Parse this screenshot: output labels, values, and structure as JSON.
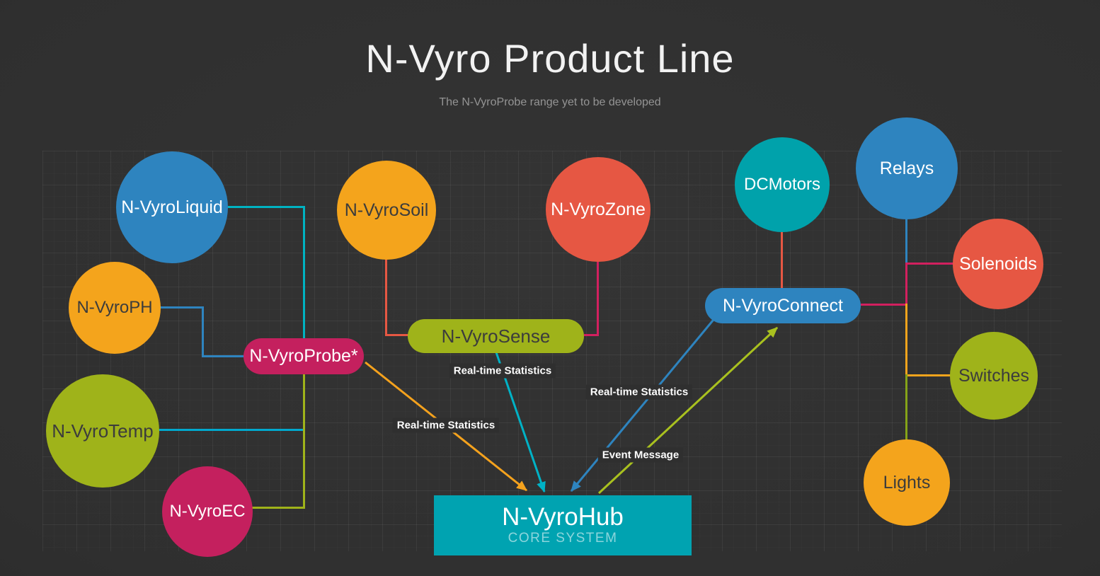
{
  "title": "N-Vyro Product Line",
  "subtitle": "The N-VyroProbe range yet to be developed",
  "nodes": {
    "liquid": {
      "label": "N-VyroLiquid",
      "shape": "circle",
      "color": "#2E84BF",
      "text_color": "#FFFFFF"
    },
    "ph": {
      "label": "N-VyroPH",
      "shape": "circle",
      "color": "#F4A41C",
      "text_color": "#3C3C3C"
    },
    "temp": {
      "label": "N-VyroTemp",
      "shape": "circle",
      "color": "#9FB31A",
      "text_color": "#3C3C3C"
    },
    "ec": {
      "label": "N-VyroEC",
      "shape": "circle",
      "color": "#C4205E",
      "text_color": "#FFFFFF"
    },
    "soil": {
      "label": "N-VyroSoil",
      "shape": "circle",
      "color": "#F4A41C",
      "text_color": "#3C3C3C"
    },
    "zone": {
      "label": "N-VyroZone",
      "shape": "circle",
      "color": "#E65743",
      "text_color": "#FFFFFF"
    },
    "probe": {
      "label": "N-VyroProbe*",
      "shape": "pill",
      "color": "#C4205E",
      "text_color": "#FFFFFF"
    },
    "sense": {
      "label": "N-VyroSense",
      "shape": "pill",
      "color": "#9FB31A",
      "text_color": "#3C3C3C"
    },
    "connect": {
      "label": "N-VyroConnect",
      "shape": "pill",
      "color": "#2E84BF",
      "text_color": "#FFFFFF"
    },
    "dcmotors": {
      "label": "DCMotors",
      "shape": "circle",
      "color": "#00A2AB",
      "text_color": "#FFFFFF"
    },
    "relays": {
      "label": "Relays",
      "shape": "circle",
      "color": "#2E84BF",
      "text_color": "#FFFFFF"
    },
    "solenoids": {
      "label": "Solenoids",
      "shape": "circle",
      "color": "#E65743",
      "text_color": "#FFFFFF"
    },
    "switches": {
      "label": "Switches",
      "shape": "circle",
      "color": "#9FB31A",
      "text_color": "#3C3C3C"
    },
    "lights": {
      "label": "Lights",
      "shape": "circle",
      "color": "#F4A41C",
      "text_color": "#3C3C3C"
    }
  },
  "hub": {
    "label": "N-VyroHub",
    "sublabel": "CORE SYSTEM",
    "color": "#00A3B1"
  },
  "edge_labels": {
    "probe_to_hub": "Real-time Statistics",
    "sense_to_hub": "Real-time Statistics",
    "connect_to_hub": "Real-time Statistics",
    "hub_to_connect": "Event Message"
  },
  "palette": {
    "background": "#2F2F2F",
    "line_teal": "#00B2C1",
    "line_cyan": "#00A9CE",
    "line_blue": "#2E84BF",
    "line_red": "#E65743",
    "line_crimson": "#D2205F",
    "line_orange": "#F4A41C",
    "line_olive": "#9FB31A",
    "line_green": "#85A318",
    "arrow_orange": "#F5A21D",
    "arrow_teal": "#00B2C6",
    "arrow_blue": "#2E84BF",
    "arrow_olive": "#A9C11F"
  }
}
